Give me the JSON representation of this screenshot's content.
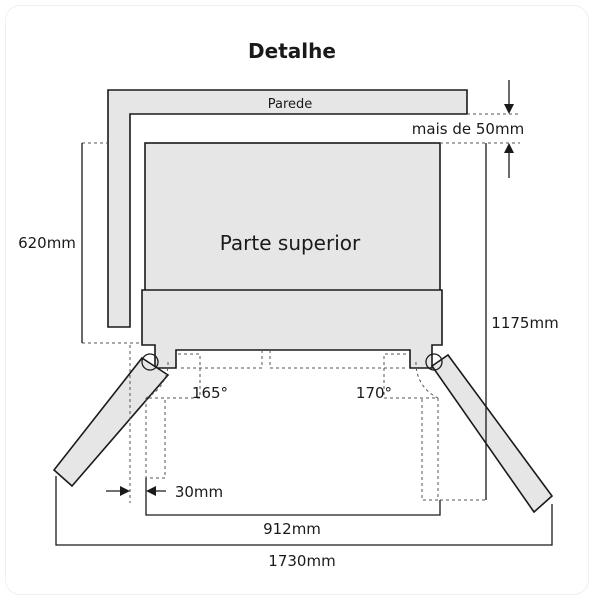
{
  "title": "Detalhe",
  "labels": {
    "wall": "Parede",
    "clearance": "mais de 50mm",
    "top": "Parte superior",
    "depth": "620mm",
    "total_depth": "1175mm",
    "angle_left": "165°",
    "angle_right": "170°",
    "gap": "30mm",
    "width": "912mm",
    "total_width": "1730mm"
  }
}
